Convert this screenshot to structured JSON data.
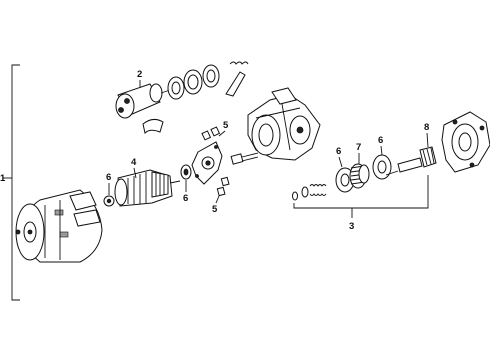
{
  "callouts": {
    "c1": "1",
    "c2": "2",
    "c3": "3",
    "c4": "4",
    "c5a": "5",
    "c5b": "5",
    "c6a": "6",
    "c6b": "6",
    "c6c": "6",
    "c6d": "6",
    "c7": "7",
    "c8": "8"
  }
}
